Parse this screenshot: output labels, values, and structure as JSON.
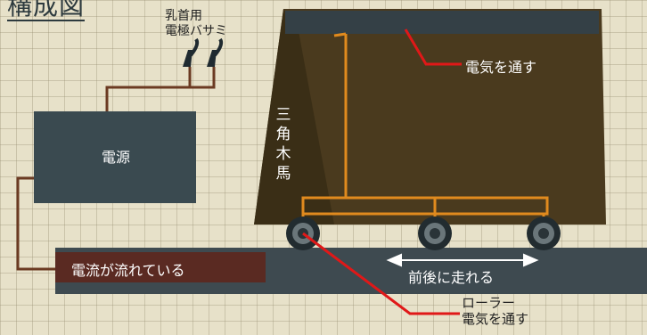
{
  "title": "構成図",
  "labels": {
    "clamp_line1": "乳首用",
    "clamp_line2": "電極バサミ",
    "power_source": "電源",
    "current_flows": "電流が流れている",
    "electricity_passes_top": "電気を通す",
    "wooden_horse": "三角木馬",
    "moves_back_forth": "前後に走れる",
    "roller": "ローラー",
    "electricity_passes_bottom": "電気を通す"
  },
  "colors": {
    "background": "#e7e1c9",
    "power_box": "#3a4a50",
    "horse_body": "#4a3a1e",
    "rail": "#3e4a50",
    "current_section": "#5a2a22",
    "orange_frame": "#e08a1e",
    "wire": "#6b3a22",
    "pointer": "#e01818"
  }
}
